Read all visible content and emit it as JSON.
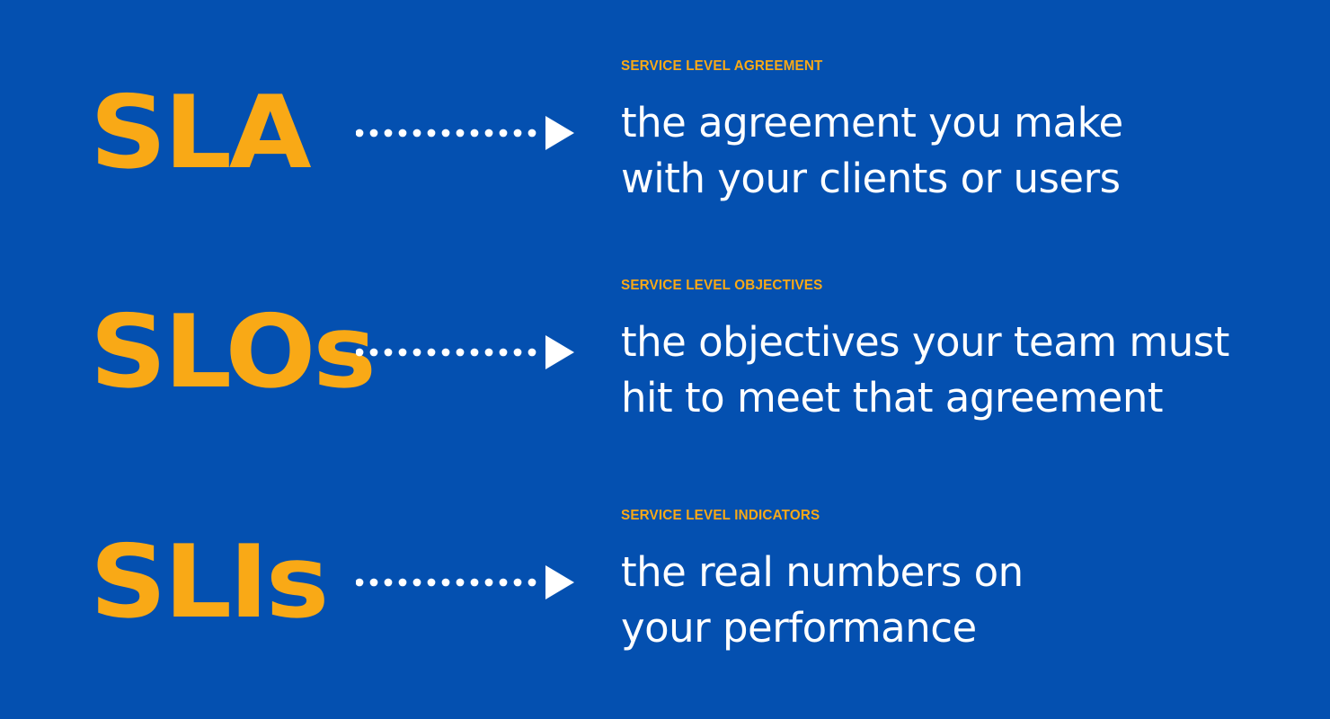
{
  "theme": {
    "background_color": "#0450B0",
    "accent_color": "#F9A916",
    "text_color": "#FFFFFF"
  },
  "connector": {
    "icon": "dotted-arrow-right-icon",
    "dot_count": 13,
    "dot_color": "#FFFFFF",
    "arrowhead_color": "#FFFFFF"
  },
  "rows": [
    {
      "acronym": "SLA",
      "caption": "SERVICE LEVEL AGREEMENT",
      "body_lines": [
        "the agreement you make",
        "with your clients or users"
      ]
    },
    {
      "acronym": "SLOs",
      "caption": "SERVICE LEVEL OBJECTIVES",
      "body_lines": [
        "the objectives your team must",
        "hit to meet that agreement"
      ]
    },
    {
      "acronym": "SLIs",
      "caption": "SERVICE LEVEL INDICATORS",
      "body_lines": [
        "the real numbers on",
        "your performance"
      ]
    }
  ]
}
